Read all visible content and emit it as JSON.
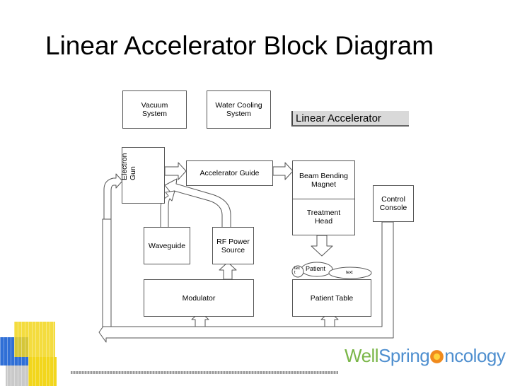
{
  "title": "Linear Accelerator Block Diagram",
  "diagram_label": "Linear Accelerator",
  "blocks": {
    "vacuum_system": "Vacuum\nSystem",
    "water_cooling_system": "Water Cooling\nSystem",
    "electron_gun": "Electron Gun",
    "accelerator_guide": "Accelerator Guide",
    "beam_bending_magnet": "Beam Bending\nMagnet",
    "treatment_head": "Treatment\nHead",
    "control_console": "Control\nConsole",
    "waveguide": "Waveguide",
    "rf_power_source": "RF Power\nSource",
    "modulator": "Modulator",
    "patient_table": "Patient Table",
    "patient": "Patient",
    "text_left": "tex\nt",
    "text_right": "text"
  },
  "logo": {
    "part1": "Well",
    "part2": "Spring",
    "part3": "ncology"
  },
  "colors": {
    "logo_green": "#7ab648",
    "logo_blue": "#4f8fcf",
    "logo_orange": "#f08a1c",
    "deco_yellow": "#f2d61c",
    "deco_blue": "#2f6fd6"
  }
}
